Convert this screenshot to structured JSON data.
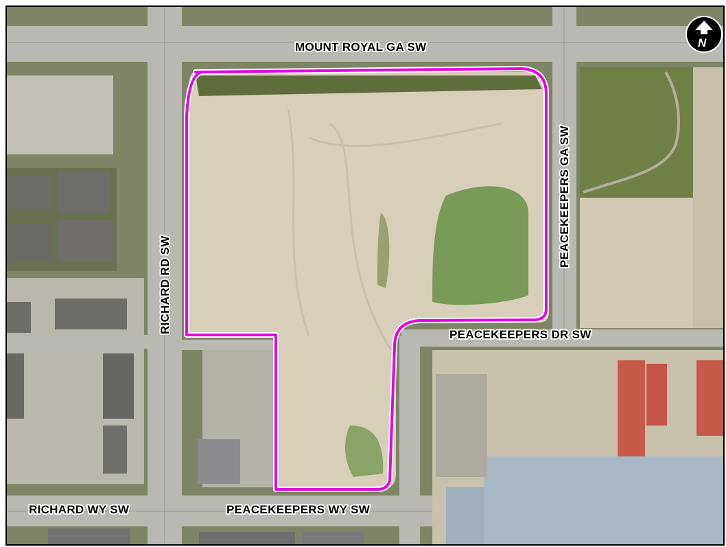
{
  "map": {
    "streets": [
      {
        "id": "mount-royal-ga",
        "label": "MOUNT ROYAL GA SW"
      },
      {
        "id": "peacekeepers-ga",
        "label": "PEACEKEEPERS GA SW"
      },
      {
        "id": "richard-rd",
        "label": "RICHARD RD SW"
      },
      {
        "id": "peacekeepers-dr",
        "label": "PEACEKEEPERS DR SW"
      },
      {
        "id": "richard-wy",
        "label": "RICHARD WY SW"
      },
      {
        "id": "peacekeepers-wy",
        "label": "PEACEKEEPERS WY SW"
      }
    ],
    "north_arrow": {
      "letter": "N"
    },
    "colors": {
      "site_boundary": "#e600e6",
      "road": "#b9b8b3",
      "cleared_land": "#d8cfb8",
      "grass": "#6f7f46",
      "pond": "#7a9a58",
      "rooftop_red": "#c85a4a",
      "rooftop_grey": "#a8b8c4"
    }
  }
}
